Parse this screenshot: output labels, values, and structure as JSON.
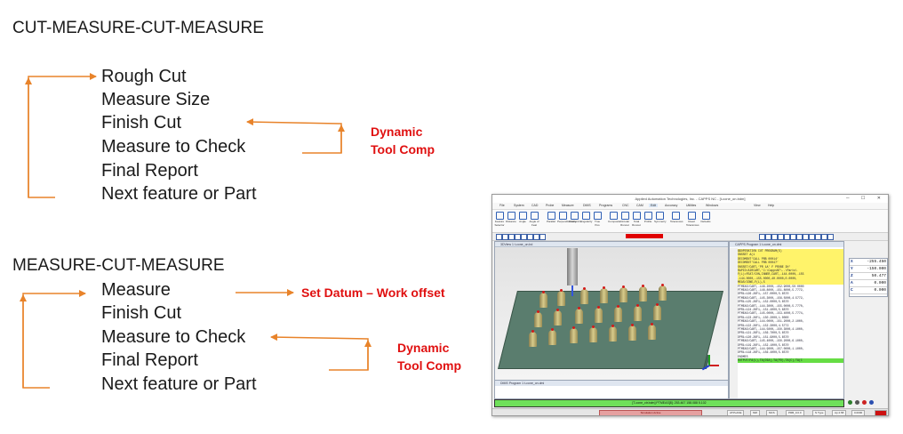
{
  "heading1": "CUT-MEASURE-CUT-MEASURE",
  "heading2": "MEASURE-CUT-MEASURE",
  "section1_steps": [
    "Rough Cut",
    "Measure Size",
    "Finish Cut",
    "Measure to Check",
    "Final Report",
    "Next feature or Part"
  ],
  "section2_steps": [
    "Measure",
    "Finish Cut",
    "Measure to Check",
    "Final Report",
    "Next feature or Part"
  ],
  "labels": {
    "dynamic1_line1": "Dynamic",
    "dynamic1_line2": "Tool Comp",
    "set_datum": "Set Datum – Work offset",
    "dynamic2_line1": "Dynamic",
    "dynamic2_line2": "Tool Comp"
  },
  "colors": {
    "arrow": "#e8832a",
    "label_red": "#e01010",
    "code_highlight": "#fff36a",
    "status_green": "#6fe05a"
  },
  "screenshot": {
    "title": "Applied Automation Technologies, Inc. - CAPPS NC - [t-cone_on.bdm]",
    "menus": [
      "File",
      "System",
      "CAD",
      "Probe",
      "Measure",
      "DMIS",
      "Programs",
      "CNC",
      "CAM",
      "Edit",
      "Accuracy",
      "Utilities",
      "Windows",
      "View",
      "Help"
    ],
    "active_menu": "Edit",
    "ribbon_tools": [
      "Feature Selector",
      "Distance",
      "Angle",
      "Angle of Feat",
      "Parallel",
      "Perpendicularity",
      "Concentric",
      "Angularity",
      "True Pos",
      "Composite",
      "Circular Runout",
      "Total Runout",
      "Profile",
      "Symmetry",
      "Tolerances",
      "Read Tolerances",
      "Defaults"
    ],
    "viewport_title": "3DView 1 t-cone_on.bd",
    "lower_panel_title": "DMIS Program 1 t-cone_on.dmi",
    "program_title": "CAPPS Program 1 t-cone_on.dmi",
    "code_lines": [
      "$$OPERATION CUT PROGRAM(S)",
      "SNSSET A(1",
      "DECOMENT’CALL PRB 00014’",
      "DECOMENT’CALL PRB 00047’",
      "SNSSET/CART,’PR 1A’ F PROBE 3H’",
      "RAPID/AIRCAMT,’C:\\CappsNT\\..\\Parts\\",
      "F(L)=FEAT/CON,INNER,CART,-144.0000,-155",
      "   -144.0000,-155.0000,40.0000,0.0000,",
      "MEAS/CONE,F(L),5",
      "PTMEAS/CART,-146.2000,-152.9000,50.0000",
      "   PTMEAS/CART,-146.8000,-151.8000,5.7772,",
      "DPR1=126.26F1,-157.0000,5.6570",
      "   PTMEAS/CART,-145.3000,-156.5000,4.5772,",
      "DPR1=125.26F1,-152.0000,5.6570",
      "   PTMEAS/CART,-144.3000,-155.0000,5.7770,",
      "DPR1=124.26F1,-151.4000,5.6870",
      "   PTMEAS/CART,-145.0000,-153.4000,5.7774,",
      "DPR1=123.26F1,-150.2000,1.0000",
      "   PTMEAS/CART,-144.0000,-151.2000,2.1000,",
      "DPR1=122.26F1,-152.3000,4.5772",
      "   PTMEAS/CART,-144.5000,-150.3000,4.1000,",
      "DPR1=121.26F1,-156.7000,5.6570",
      "DPR1=120.26F1,-151.9000,5.6570",
      "   PTMEAS/CART,-145.4000,-150.2000,6.1000,",
      "DPR1=119.26F1,-152.1000,5.6570",
      "   PTMEAS/CART,-144.9000,-157.0000,1.1000,",
      "DPR1=118.26F1,-156.4000,5.6570",
      "ENDMES",
      "OUTPUT/FA(L),TA(DIA),TA(PD),TA(C),TA(C"
    ],
    "dro": [
      {
        "axis": "X",
        "value": "-255.450"
      },
      {
        "axis": "Y",
        "value": "-150.000"
      },
      {
        "axis": "Z",
        "value": "50.477"
      },
      {
        "axis": "A",
        "value": "0.000"
      },
      {
        "axis": "C",
        "value": "0.000"
      }
    ],
    "status_line": "[T-cone_ctr.bdm]    PTMEAS[8]:  253.467  158.088 5.102",
    "status_cells": [
      "Simulation Active",
      "ATPLANE",
      "MM",
      "MCS",
      "PRB_0.0.0",
      "N Type",
      "Ap 2.58",
      "0.0000"
    ]
  }
}
